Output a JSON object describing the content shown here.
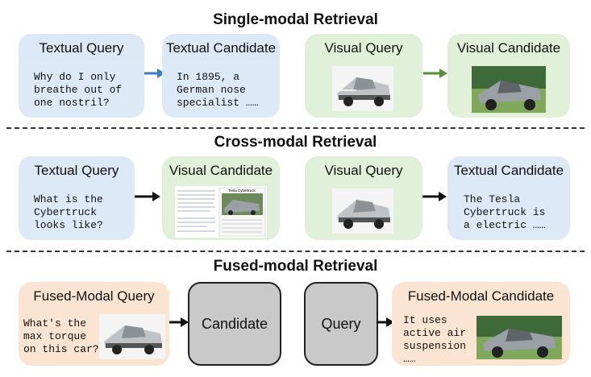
{
  "sections": {
    "single": {
      "title": "Single-modal Retrieval",
      "textual_query": {
        "header": "Textual Query",
        "text": "Why do I only\nbreathe out of\none nostril?"
      },
      "textual_candidate": {
        "header": "Textual Candidate",
        "text": "In 1895, a\nGerman nose\nspecialist ……"
      },
      "visual_query": {
        "header": "Visual Query"
      },
      "visual_candidate": {
        "header": "Visual Candidate"
      }
    },
    "cross": {
      "title": "Cross-modal Retrieval",
      "textual_query": {
        "header": "Textual Query",
        "text": "What is the\nCybertruck\nlooks like?"
      },
      "visual_candidate": {
        "header": "Visual Candidate",
        "wiki_title": "Tesla Cybertruck"
      },
      "visual_query": {
        "header": "Visual Query"
      },
      "textual_candidate": {
        "header": "Textual Candidate",
        "text": "The Tesla\nCybertruck is\na electric ……"
      }
    },
    "fused": {
      "title": "Fused-modal Retrieval",
      "query": {
        "header": "Fused-Modal Query",
        "text": "What's the\nmax torque\non this car?"
      },
      "candidate_box": "Candidate",
      "query_box": "Query",
      "candidate": {
        "header": "Fused-Modal Candidate",
        "text": "It uses\nactive air\nsuspension\n……"
      }
    }
  },
  "colors": {
    "textual": "#dce8f5",
    "visual": "#e1f0d8",
    "fused": "#fbe4d2",
    "arrow_blue": "#3f7fc0",
    "arrow_green": "#5a8e3a",
    "arrow_black": "#111111",
    "gray_box": "#c9c9c9"
  },
  "icons": [
    "car-photo",
    "car-outdoor-photo",
    "wiki-page-thumbnail",
    "arrow-right"
  ]
}
